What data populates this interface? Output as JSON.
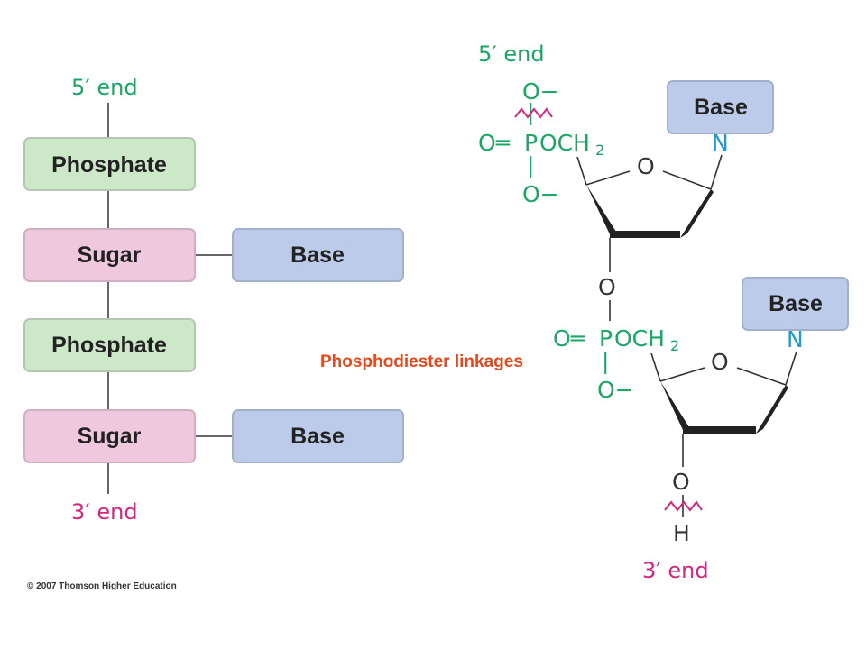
{
  "colors": {
    "green": "#1aa766",
    "magenta": "#d4267e",
    "blue": "#1e9ad6",
    "phosphate_box": "#cde8c9",
    "sugar_box": "#f0c8dd",
    "base_box": "#bccbea",
    "linkage_text": "#e8471c"
  },
  "left": {
    "five_prime": "5′ end",
    "three_prime": "3′ end",
    "phosphate_label": "Phosphate",
    "sugar_label": "Sugar",
    "base_label": "Base"
  },
  "right": {
    "five_prime": "5′ end",
    "three_prime": "3′ end",
    "base_label": "Base",
    "n": "N",
    "o": "O",
    "o_minus": "O−",
    "double_o": "O═",
    "p": "P",
    "och": "OCH",
    "sub2": "2",
    "h": "H",
    "pipe": "|"
  },
  "annotation": "Phosphodiester linkages",
  "copyright": "© 2007 Thomson Higher Education"
}
